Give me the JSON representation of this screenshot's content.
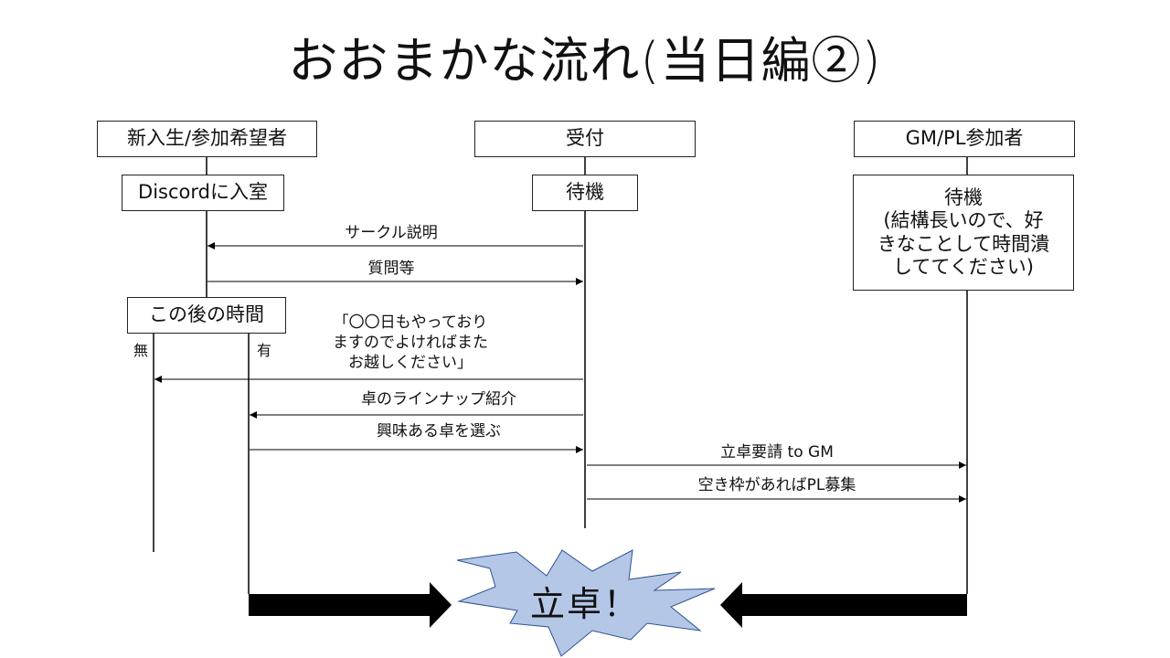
{
  "title": "おおまかな流れ(当日編②)",
  "actors": {
    "newcomer": "新入生/参加希望者",
    "reception": "受付",
    "gm_pl": "GM/PL参加者"
  },
  "states": {
    "discord_join": "Discordに入室",
    "reception_wait": "待機",
    "gm_wait": "待機\n(結構長いので、好\nきなことして時間潰\nしててください)",
    "after_time": "この後の時間"
  },
  "branch": {
    "no": "無",
    "yes": "有"
  },
  "messages": {
    "circle_explain": "サークル説明",
    "questions": "質問等",
    "other_days": "「〇〇日もやっており\nますのでよければまた\nお越しください」",
    "lineup": "卓のラインナップ紹介",
    "choose_table": "興味ある卓を選ぶ",
    "request_gm": "立卓要請 to GM",
    "pl_recruit": "空き枠があればPL募集"
  },
  "result": "立卓！",
  "colors": {
    "burst_fill": "#b4c7e7",
    "line": "#000000"
  }
}
